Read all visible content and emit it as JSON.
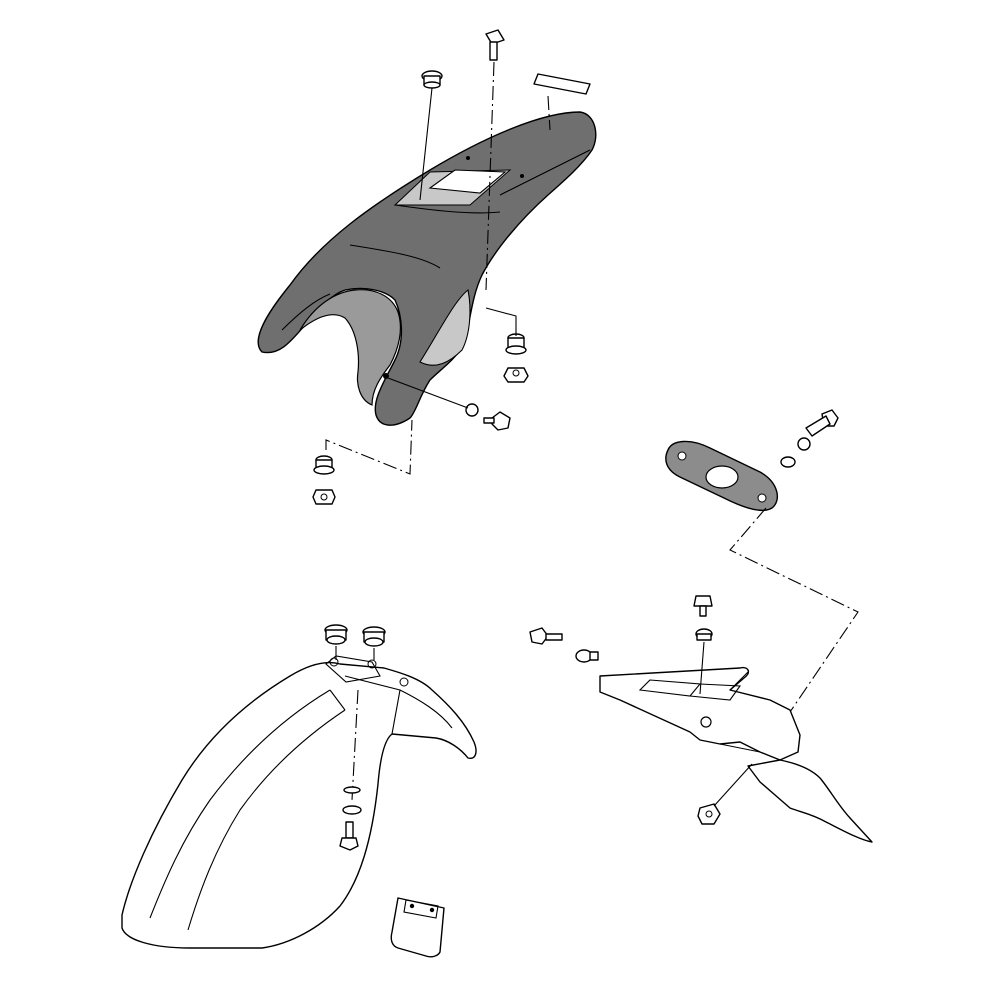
{
  "colors": {
    "background": "#ffffff",
    "line": "#000000",
    "rear_fender_fill": "#6f6f6f",
    "rear_fender_highlight": "#c8c8c8",
    "rear_fender_cavity": "#9a9a9a",
    "plate_fill": "#8c8c8c",
    "hardware_fill": "#ffffff",
    "bracket_fill": "#ffffff"
  },
  "parts": [
    "rear-fender",
    "front-fender",
    "license-plate-bracket",
    "tail-light-gasket",
    "mud-flap",
    "bolts",
    "nuts",
    "washers",
    "collars"
  ]
}
